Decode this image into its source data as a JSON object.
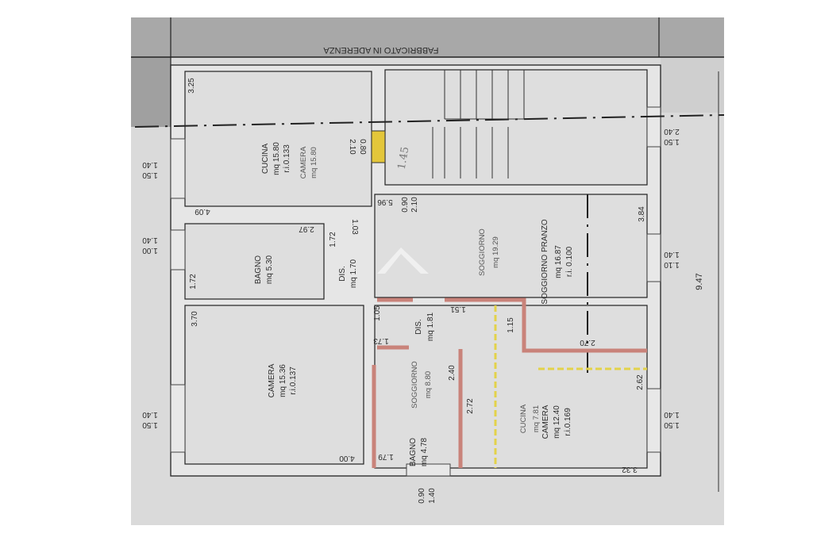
{
  "colors": {
    "paper": "#dcdcdc",
    "shadow": "#9a9a9a",
    "wall": "#e4e4e4",
    "line": "#222222",
    "new_wall": "#c9837a",
    "demolition": "#e3d24a"
  },
  "header": {
    "neighbor_label": "FABBRICATO IN ADERENZA"
  },
  "rooms": {
    "cucina": {
      "name": "CUCINA",
      "area": "mq 15.80",
      "ratio": "r.i.0.133",
      "new_name": "CAMERA",
      "new_area": "mq 15.80"
    },
    "bagno_1": {
      "name": "BAGNO",
      "area": "mq 5.30"
    },
    "dis_1": {
      "name": "DIS.",
      "area": "mq 1.70"
    },
    "camera_1": {
      "name": "CAMERA",
      "area": "mq 15.36",
      "ratio": "r.i.0.137"
    },
    "soggiorno_pranzo": {
      "name": "SOGGIORNO PRANZO",
      "area": "mq 16.87",
      "ratio": "r.i. 0.100",
      "new_name": "SOGGIORNO",
      "new_area": "mq 19.29"
    },
    "dis_2": {
      "name": "DIS.",
      "area": "mq 1.81"
    },
    "bagno_2": {
      "name": "BAGNO",
      "area": "mq 4.78",
      "new_name": "SOGGIORNO",
      "new_area": "mq 8.80"
    },
    "camera_2": {
      "name": "CAMERA",
      "area": "mq 12.40",
      "ratio": "r.i.0.169",
      "new_name": "CUCINA",
      "new_area": "mq 7.81"
    }
  },
  "dimensions": {
    "d325": "3.25",
    "d409": "4.09",
    "d297": "2.97",
    "d172a": "1.72",
    "d103": "1.03",
    "d080": "0.80",
    "d210a": "2.10",
    "d145": "1.45",
    "d596": "5.96",
    "d090a": "0.90",
    "d210b": "2.10",
    "d172b": "1.72",
    "d370": "3.70",
    "d400": "4.00",
    "d105": "1.05",
    "d173": "1.73",
    "d151": "1.51",
    "d115": "1.15",
    "d270": "2.70",
    "d384": "3.84",
    "d947": "9.47",
    "d240": "2.40",
    "d272": "2.72",
    "d179": "1.79",
    "d090b": "0.90",
    "d140b": "1.40",
    "d262": "2.62",
    "d332": "3.32",
    "wl1a": "1.40",
    "wl1b": "1.50",
    "wl2a": "1.40",
    "wl2b": "1.00",
    "wl3a": "1.40",
    "wl3b": "1.50",
    "wr1a": "2.40",
    "wr1b": "1.50",
    "wr2a": "1.40",
    "wr2b": "1.10",
    "wr3a": "1.40",
    "wr3b": "1.50"
  }
}
